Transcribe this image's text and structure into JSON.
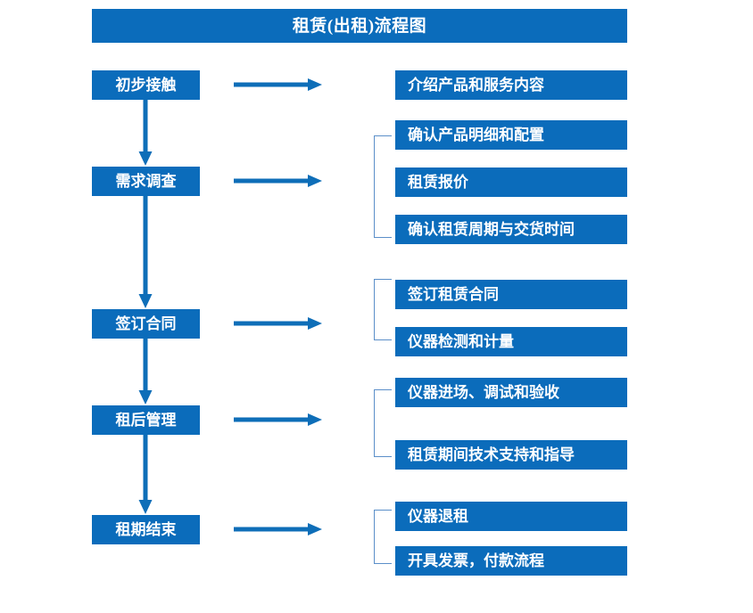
{
  "title": "租赁(出租)流程图",
  "colors": {
    "box_blue": "#0B6CBB",
    "arrow_blue": "#0E6EB8",
    "bracket_blue": "#5B8FC9",
    "text_white": "#FFFFFF",
    "background": "#FFFFFF"
  },
  "stages": [
    {
      "label": "初步接触"
    },
    {
      "label": "需求调查"
    },
    {
      "label": "签订合同"
    },
    {
      "label": "租后管理"
    },
    {
      "label": "租期结束"
    }
  ],
  "details": [
    {
      "label": "介绍产品和服务内容"
    },
    {
      "label": "确认产品明细和配置"
    },
    {
      "label": "租赁报价"
    },
    {
      "label": "确认租赁周期与交货时间"
    },
    {
      "label": "签订租赁合同"
    },
    {
      "label": "仪器检测和计量"
    },
    {
      "label": "仪器进场、调试和验收"
    },
    {
      "label": "租赁期间技术支持和指导"
    },
    {
      "label": "仪器退租"
    },
    {
      "label": "开具发票，付款流程"
    }
  ],
  "groups": [
    {
      "stage": "初步接触",
      "items": [
        "介绍产品和服务内容"
      ],
      "bracketed": false
    },
    {
      "stage": "需求调查",
      "items": [
        "确认产品明细和配置",
        "租赁报价",
        "确认租赁周期与交货时间"
      ],
      "bracketed": true
    },
    {
      "stage": "签订合同",
      "items": [
        "签订租赁合同",
        "仪器检测和计量"
      ],
      "bracketed": true
    },
    {
      "stage": "租后管理",
      "items": [
        "仪器进场、调试和验收",
        "租赁期间技术支持和指导"
      ],
      "bracketed": true
    },
    {
      "stage": "租期结束",
      "items": [
        "仪器退租",
        "开具发票，付款流程"
      ],
      "bracketed": true
    }
  ],
  "connectors": {
    "horizontal_arrow_count": 5,
    "vertical_arrow_count": 4,
    "vertical_flow": [
      "初步接触",
      "需求调查",
      "签订合同",
      "租后管理",
      "租期结束"
    ]
  }
}
